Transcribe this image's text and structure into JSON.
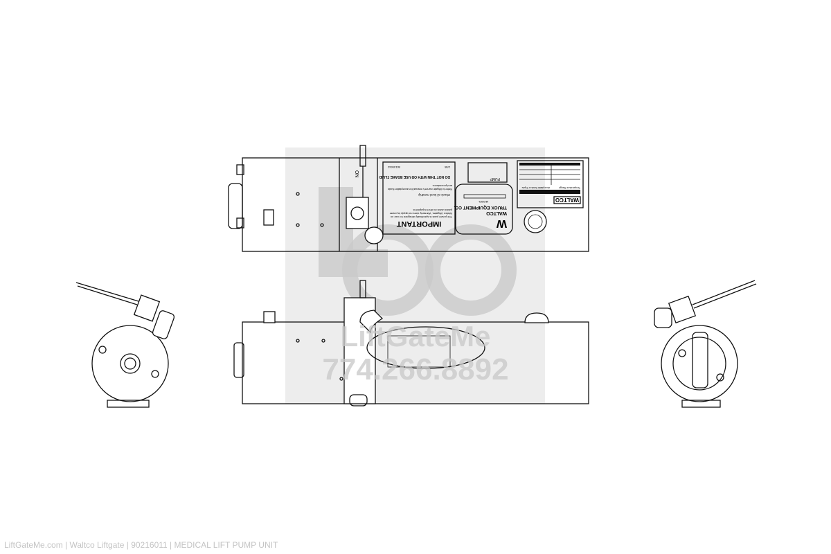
{
  "labels": {
    "important_title": "IMPORTANT",
    "important_body": "The power pack is specifically designed for use on Waltco Liftgates. Warranty does not apply to power packs used on other equipment.",
    "check_level": "Check oil level monthly",
    "refer_manual": "Refer to liftgate owner's manual for acceptable fluids and procedures.",
    "brake_fluid": "DO NOT THIN WITH OR USE BRAKE FLUID",
    "part_no": "80155642",
    "date_code": "2/98",
    "brand_w": "W",
    "brand_name": "WALTCO",
    "brand_company": "TRUCK EQUIPMENT CO.",
    "model": "MODEL",
    "pump": "PUMP",
    "walco_label": "WALTCO",
    "temp_range": "Temperature Range",
    "acceptable_fluid": "Acceptable fluids or Equiv.",
    "on_off": "ON"
  },
  "watermark": {
    "brand": "LiftGateMe",
    "phone": "774.266.8892"
  },
  "caption": "LiftGateMe.com | Waltco Liftgate | 90216011 | MEDICAL LIFT PUMP UNIT"
}
